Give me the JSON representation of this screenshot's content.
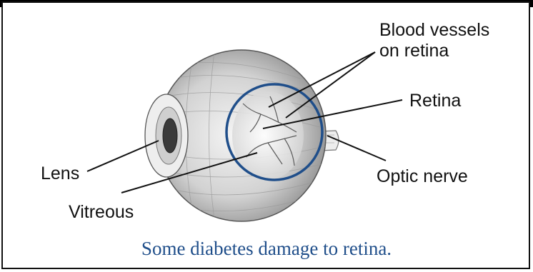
{
  "labels": {
    "blood_vessels_line1": "Blood vessels",
    "blood_vessels_line2": "on retina",
    "retina": "Retina",
    "lens": "Lens",
    "optic_nerve": "Optic nerve",
    "vitreous": "Vitreous"
  },
  "caption": "Some diabetes damage to retina.",
  "colors": {
    "highlight_circle": "#1f4e8a",
    "caption": "#1f4e8a",
    "border": "#111111"
  }
}
